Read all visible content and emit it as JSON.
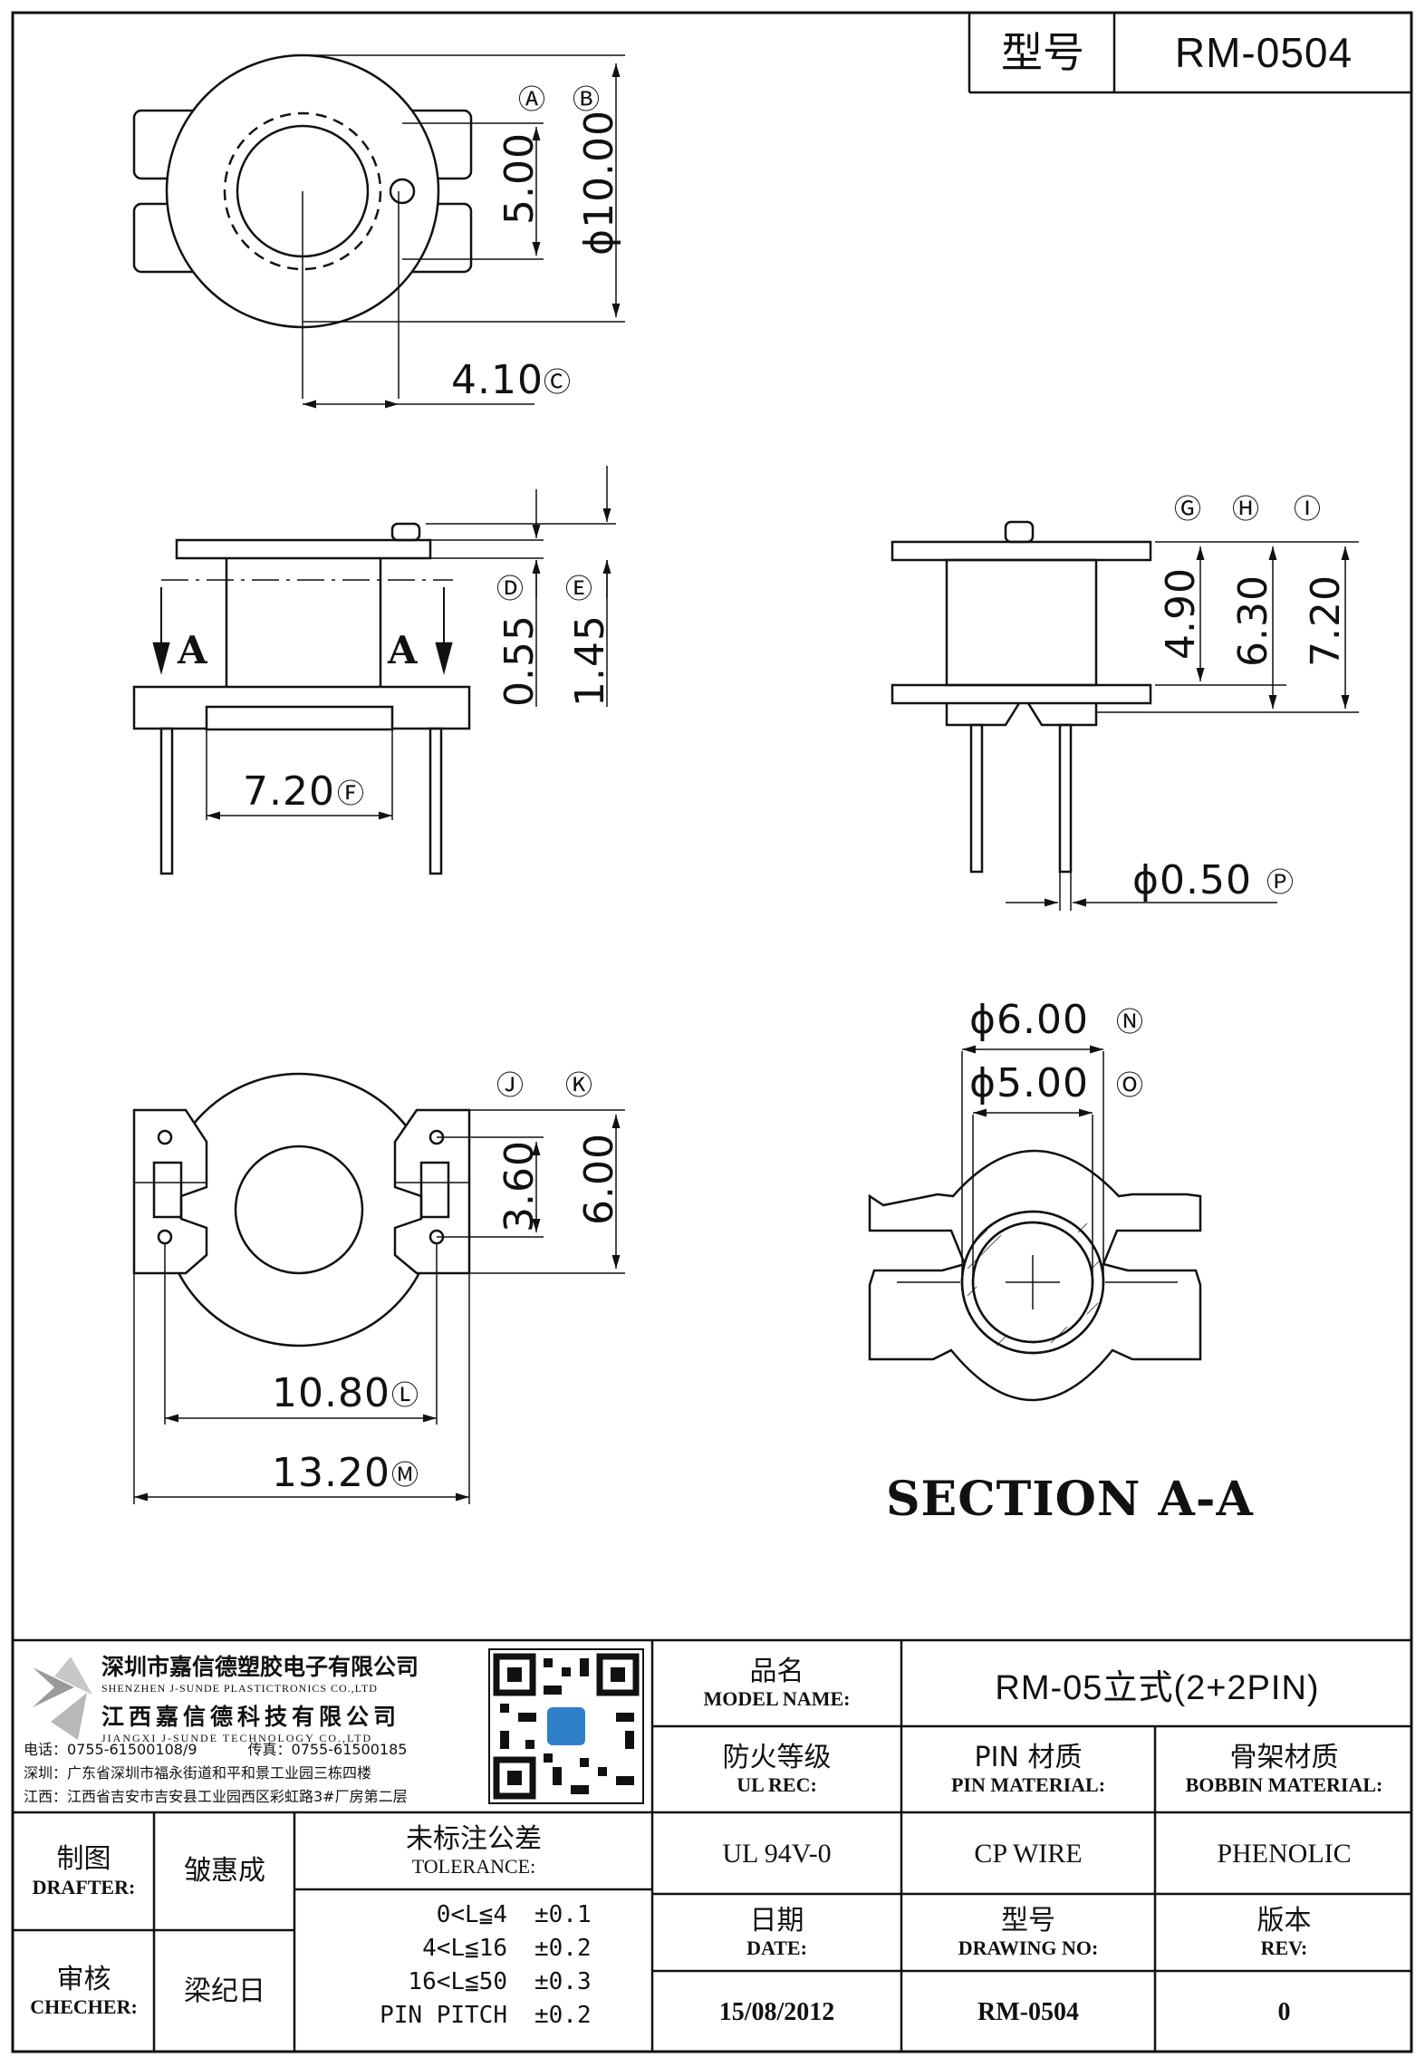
{
  "header": {
    "model_label": "型号",
    "model_value": "RM-0504"
  },
  "dimensions": {
    "A": "Ⓐ",
    "B": "Ⓑ",
    "C": "Ⓒ",
    "D": "Ⓓ",
    "E": "Ⓔ",
    "F": "Ⓕ",
    "G": "Ⓖ",
    "H": "Ⓗ",
    "I": "Ⓘ",
    "J": "Ⓙ",
    "K": "Ⓚ",
    "L": "Ⓛ",
    "M": "Ⓜ",
    "N": "Ⓝ",
    "O": "Ⓞ",
    "P": "Ⓟ",
    "v_500": "5.00",
    "v_1000": "ϕ10.00",
    "v_410": "4.10",
    "v_055": "0.55",
    "v_145": "1.45",
    "v_720f": "7.20",
    "v_490": "4.90",
    "v_630": "6.30",
    "v_720": "7.20",
    "v_050": "ϕ0.50",
    "v_600n": "ϕ6.00",
    "v_500o": "ϕ5.00",
    "v_360": "3.60",
    "v_600": "6.00",
    "v_1080": "10.80",
    "v_1320": "13.20",
    "section_mark": "A",
    "section_title": "SECTION A-A"
  },
  "company": {
    "name_sz": "深圳市嘉信德塑胶电子有限公司",
    "name_sz_en": "SHENZHEN J-SUNDE PLASTICTRONICS CO.,LTD",
    "name_jx": "江西嘉信德科技有限公司",
    "name_jx_en": "JIANGXI J-SUNDE TECHNOLOGY CO.,LTD",
    "phone": "电话：0755-61500108/9",
    "fax": "传真：0755-61500185",
    "addr_sz": "深圳：广东省深圳市福永街道和平和景工业园三栋四楼",
    "addr_jx": "江西：江西省吉安市吉安县工业园西区彩虹路3#厂房第二层"
  },
  "titleblock": {
    "model_name_cn": "品名",
    "model_name_en": "MODEL NAME:",
    "model_name_value": "RM-05立式(2+2PIN)",
    "ul_cn": "防火等级",
    "ul_en": "UL REC:",
    "pin_cn": "PIN 材质",
    "pin_en": "PIN MATERIAL:",
    "bobbin_cn": "骨架材质",
    "bobbin_en": "BOBBIN MATERIAL:",
    "ul_value": "UL 94V-0",
    "pin_value": "CP WIRE",
    "bobbin_value": "PHENOLIC",
    "date_cn": "日期",
    "date_en": "DATE:",
    "dwg_cn": "型号",
    "dwg_en": "DRAWING NO:",
    "rev_cn": "版本",
    "rev_en": "REV:",
    "date_value": "15/08/2012",
    "dwg_value": "RM-0504",
    "rev_value": "0",
    "drafter_cn": "制图",
    "drafter_en": "DRAFTER:",
    "drafter_name": "皱惠成",
    "checker_cn": "审核",
    "checker_en": "CHECHER:",
    "checker_name": "梁纪日",
    "tol_cn": "未标注公差",
    "tol_en": "TOLERANCE:",
    "tol_rows": [
      {
        "range": "0<L≦4",
        "value": "±0.1"
      },
      {
        "range": "4<L≦16",
        "value": "±0.2"
      },
      {
        "range": "16<L≦50",
        "value": "±0.3"
      },
      {
        "range": "PIN PITCH",
        "value": "±0.2"
      }
    ]
  }
}
